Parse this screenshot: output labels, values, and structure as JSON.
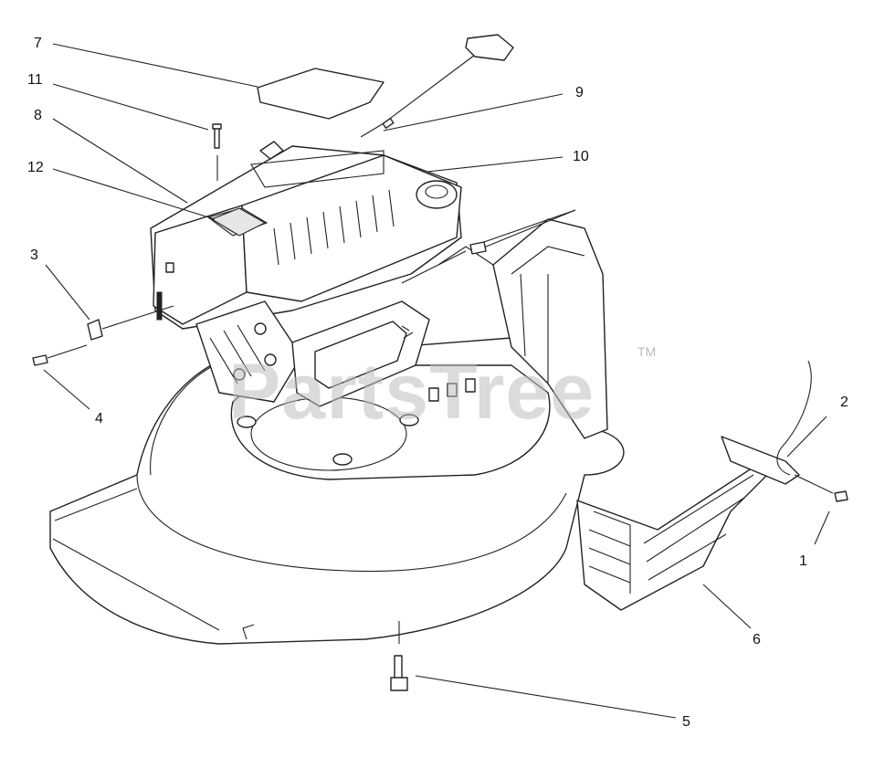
{
  "diagram": {
    "callouts": {
      "c1": "1",
      "c2": "2",
      "c3": "3",
      "c4": "4",
      "c5": "5",
      "c6": "6",
      "c7": "7",
      "c8": "8",
      "c9": "9",
      "c10": "10",
      "c11": "11",
      "c12": "12"
    },
    "watermark": "PartsTree",
    "trademark": "TM",
    "colors": {
      "line": "#222222",
      "background": "#ffffff",
      "watermark": "#bebebe"
    }
  }
}
